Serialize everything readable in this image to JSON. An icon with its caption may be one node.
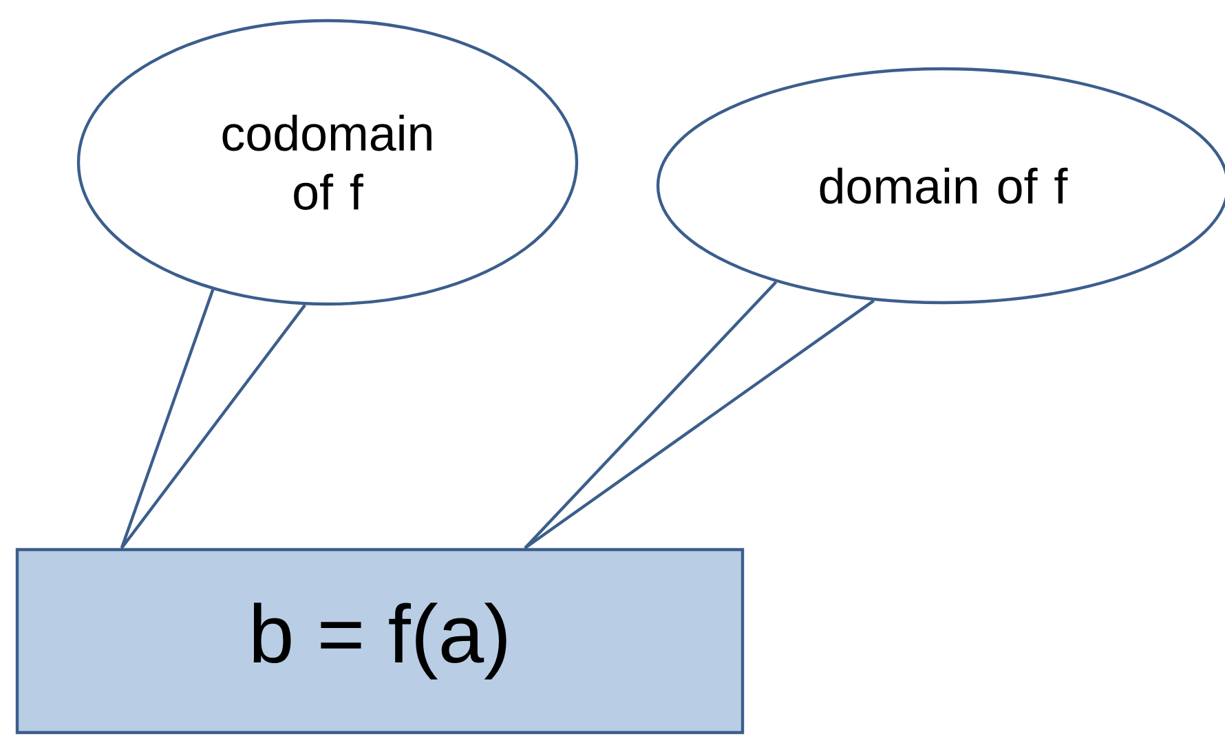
{
  "diagram": {
    "nodes": [
      {
        "text": [
          "codomain of f"
        ]
      },
      {
        "text": [
          "domain of f"
        ]
      },
      {
        "text": [
          "b = f(a)"
        ]
      }
    ],
    "edges": [
      {
        "from": 0,
        "to": 2,
        "arrow": "none"
      },
      {
        "from": 1,
        "to": 2,
        "arrow": "none"
      }
    ]
  }
}
